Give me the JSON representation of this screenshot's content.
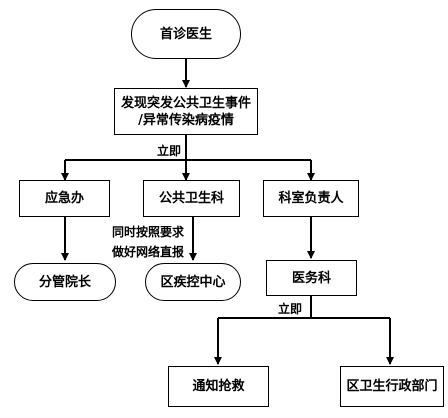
{
  "nodes": {
    "start": "首诊医生",
    "report": [
      "发现突发公共卫生事件",
      "/异常传染病疫情"
    ],
    "emergency": "应急办",
    "public_health": "公共卫生科",
    "dept_head": "科室负责人",
    "vice_president": "分管院长",
    "cdc": "区疾控中心",
    "medical_affairs": "医务科",
    "notify_rescue": "通知抢救",
    "district_health": "区卫生行政部门"
  },
  "labels": {
    "immediate_1": "立即",
    "direct_report": [
      "同时按照要求",
      "做好网络直报"
    ],
    "immediate_2": "立即"
  },
  "colors": {
    "line": "#000000",
    "fill": "#ffffff"
  }
}
